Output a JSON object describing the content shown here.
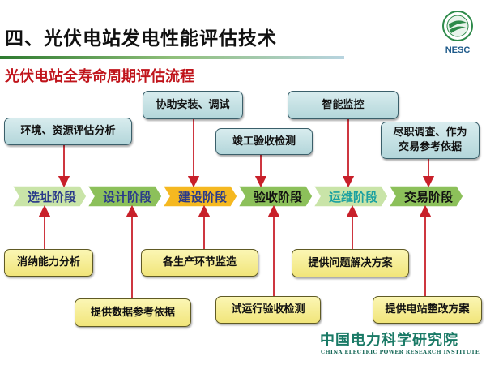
{
  "slide": {
    "title": "四、光伏电站发电性能评估技术",
    "subtitle": "光伏电站全寿命周期评估流程",
    "logo_text": "NESC"
  },
  "stages": [
    {
      "label": "选址阶段",
      "fill": "#c9e4a8",
      "text": "#2a3a8a"
    },
    {
      "label": "设计阶段",
      "fill": "#8cc05a",
      "text": "#2a3a8a"
    },
    {
      "label": "建设阶段",
      "fill": "#f5b820",
      "text": "#2a3a8a"
    },
    {
      "label": "验收阶段",
      "fill": "#8cc05a",
      "text": "#111111"
    },
    {
      "label": "运维阶段",
      "fill": "#c9e4a8",
      "text": "#1aa0a0"
    },
    {
      "label": "交易阶段",
      "fill": "#8cc05a",
      "text": "#111111"
    }
  ],
  "top_boxes": [
    "环境、资源评估分析",
    "协助安装、调试",
    "竣工验收检测",
    "智能监控",
    "尽职调查、作为\n交易参考依据"
  ],
  "bottom_boxes": [
    "消纳能力分析",
    "提供数据参考依据",
    "各生产环节监造",
    "试运行验收检测",
    "提供问题解决方案",
    "提供电站整改方案"
  ],
  "footer": {
    "org_cn": "中国电力科学研究院",
    "org_en": "CHINA ELECTRIC POWER RESEARCH INSTITUTE"
  },
  "colors": {
    "arrow": "#c8202a",
    "title_accent": "#c0141b"
  }
}
